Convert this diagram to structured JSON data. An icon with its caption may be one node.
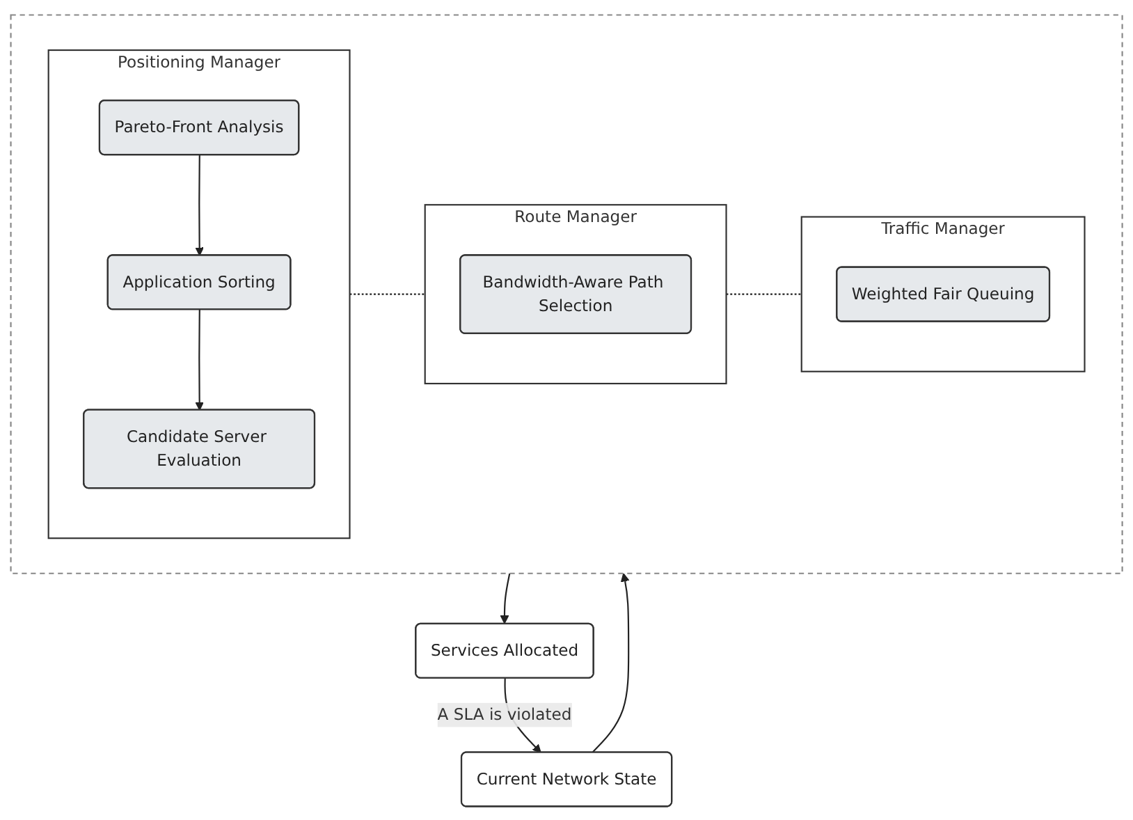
{
  "diagram": {
    "nodes": [
      {
        "text": [
          "Current Network State"
        ]
      },
      {
        "text": [],
        "shape": "box"
      },
      {
        "text": [
          "Positioning Manager"
        ],
        "in": 1
      },
      {
        "text": [
          "Pareto-Front Analysis"
        ],
        "in": 2
      },
      {
        "text": [
          "Application Sorting"
        ],
        "in": 2
      },
      {
        "text": [
          "Candidate Server Evaluation"
        ],
        "in": 2
      },
      {
        "text": [
          "Route Manager"
        ],
        "in": 1
      },
      {
        "text": [
          "Bandwidth-Aware Path Selection"
        ],
        "in": 6
      },
      {
        "text": [
          "Traffic Manager"
        ],
        "in": 1
      },
      {
        "text": [
          "Weighted Fair Queuing"
        ],
        "in": 8
      },
      {
        "text": [
          "Services Allocated"
        ]
      }
    ],
    "edges": [
      {
        "from": 0,
        "to": 1,
        "arrow": "to"
      },
      {
        "from": 3,
        "to": 4,
        "arrow": "to"
      },
      {
        "from": 4,
        "to": 5,
        "arrow": "to"
      },
      {
        "from": 2,
        "to": 6,
        "arrow": "none",
        "style": "dashed"
      },
      {
        "from": 6,
        "to": 8,
        "arrow": "none",
        "style": "dashed"
      },
      {
        "from": 1,
        "to": 10,
        "arrow": "to"
      },
      {
        "from": 10,
        "to": 0,
        "arrow": "to",
        "label": "A SLA is violated"
      }
    ]
  }
}
